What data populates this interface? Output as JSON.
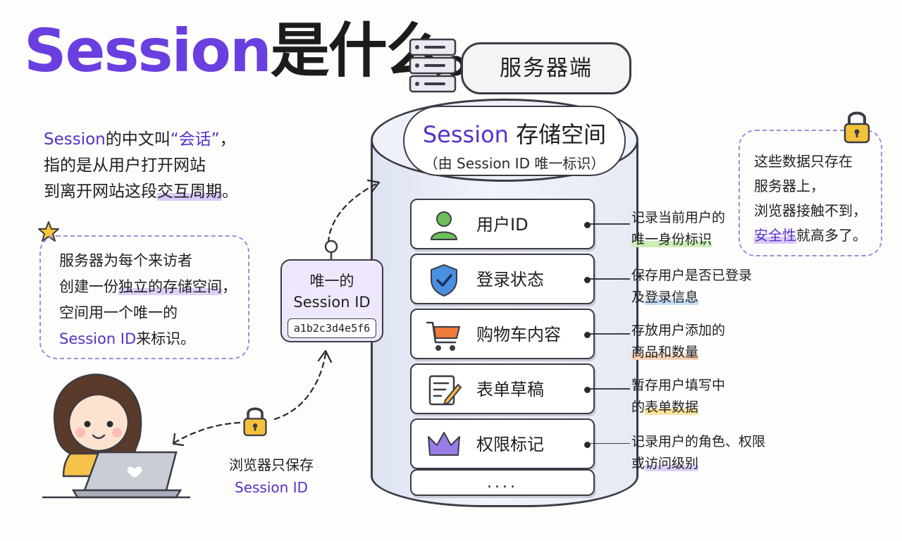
{
  "title": {
    "en": "Session",
    "zh": "是什么。"
  },
  "intro": {
    "l1_prefix": "Session",
    "l1_rest": "的中文叫",
    "l1_quote": "“会话”",
    "l1_end": "，",
    "l2": "指的是从用户打开网站",
    "l3_prefix": "到离开网站这段",
    "l3_highlight": "交互周期",
    "l3_end": "。"
  },
  "left_note": {
    "l1": "服务器为每个来访者",
    "l2_prefix": "创建一份",
    "l2_highlight": "独立的存储空间",
    "l2_end": "，",
    "l3": "空间用一个唯一的",
    "l4_id": "Session ID",
    "l4_rest": "来标识。"
  },
  "server": {
    "label": "服务器端"
  },
  "storage": {
    "title_en": "Session",
    "title_zh": " 存储空间",
    "subtitle": "（由 Session ID 唯一标识）"
  },
  "rows": [
    {
      "label": "用户ID",
      "icon": "user-icon"
    },
    {
      "label": "登录状态",
      "icon": "shield-check-icon"
    },
    {
      "label": "购物车内容",
      "icon": "cart-icon"
    },
    {
      "label": "表单草稿",
      "icon": "form-pencil-icon"
    },
    {
      "label": "权限标记",
      "icon": "crown-icon"
    }
  ],
  "more": "....",
  "descriptions": [
    {
      "l1": "记录当前用户的",
      "l2": "唯一身份标识"
    },
    {
      "l1": "保存用户是否已登录",
      "l2_prefix": "及",
      "l2": "登录信息"
    },
    {
      "l1": "存放用户添加的",
      "l2": "商品和数量"
    },
    {
      "l1": "暂存用户填写中",
      "l2_prefix": "的",
      "l2": "表单数据"
    },
    {
      "l1": "记录用户的角色、权限",
      "l2_prefix": "或",
      "l2": "访问级别"
    }
  ],
  "right_note": {
    "l1": "这些数据只存在",
    "l2": "服务器上，",
    "l3": "浏览器接触不到，",
    "l4_highlight": "安全性",
    "l4_rest": "就高多了。"
  },
  "tag": {
    "l1": "唯一的",
    "l2": "Session ID",
    "id": "a1b2c3d4e5f6"
  },
  "browser_note": {
    "l1": "浏览器只保存",
    "l2": "Session ID"
  },
  "colors": {
    "accent": "#6a3fe0",
    "user": "#6cbf5a",
    "shield": "#4a8fe0",
    "cart": "#f07a3a",
    "crown": "#9b7be6",
    "lock": "#f2c23a"
  }
}
